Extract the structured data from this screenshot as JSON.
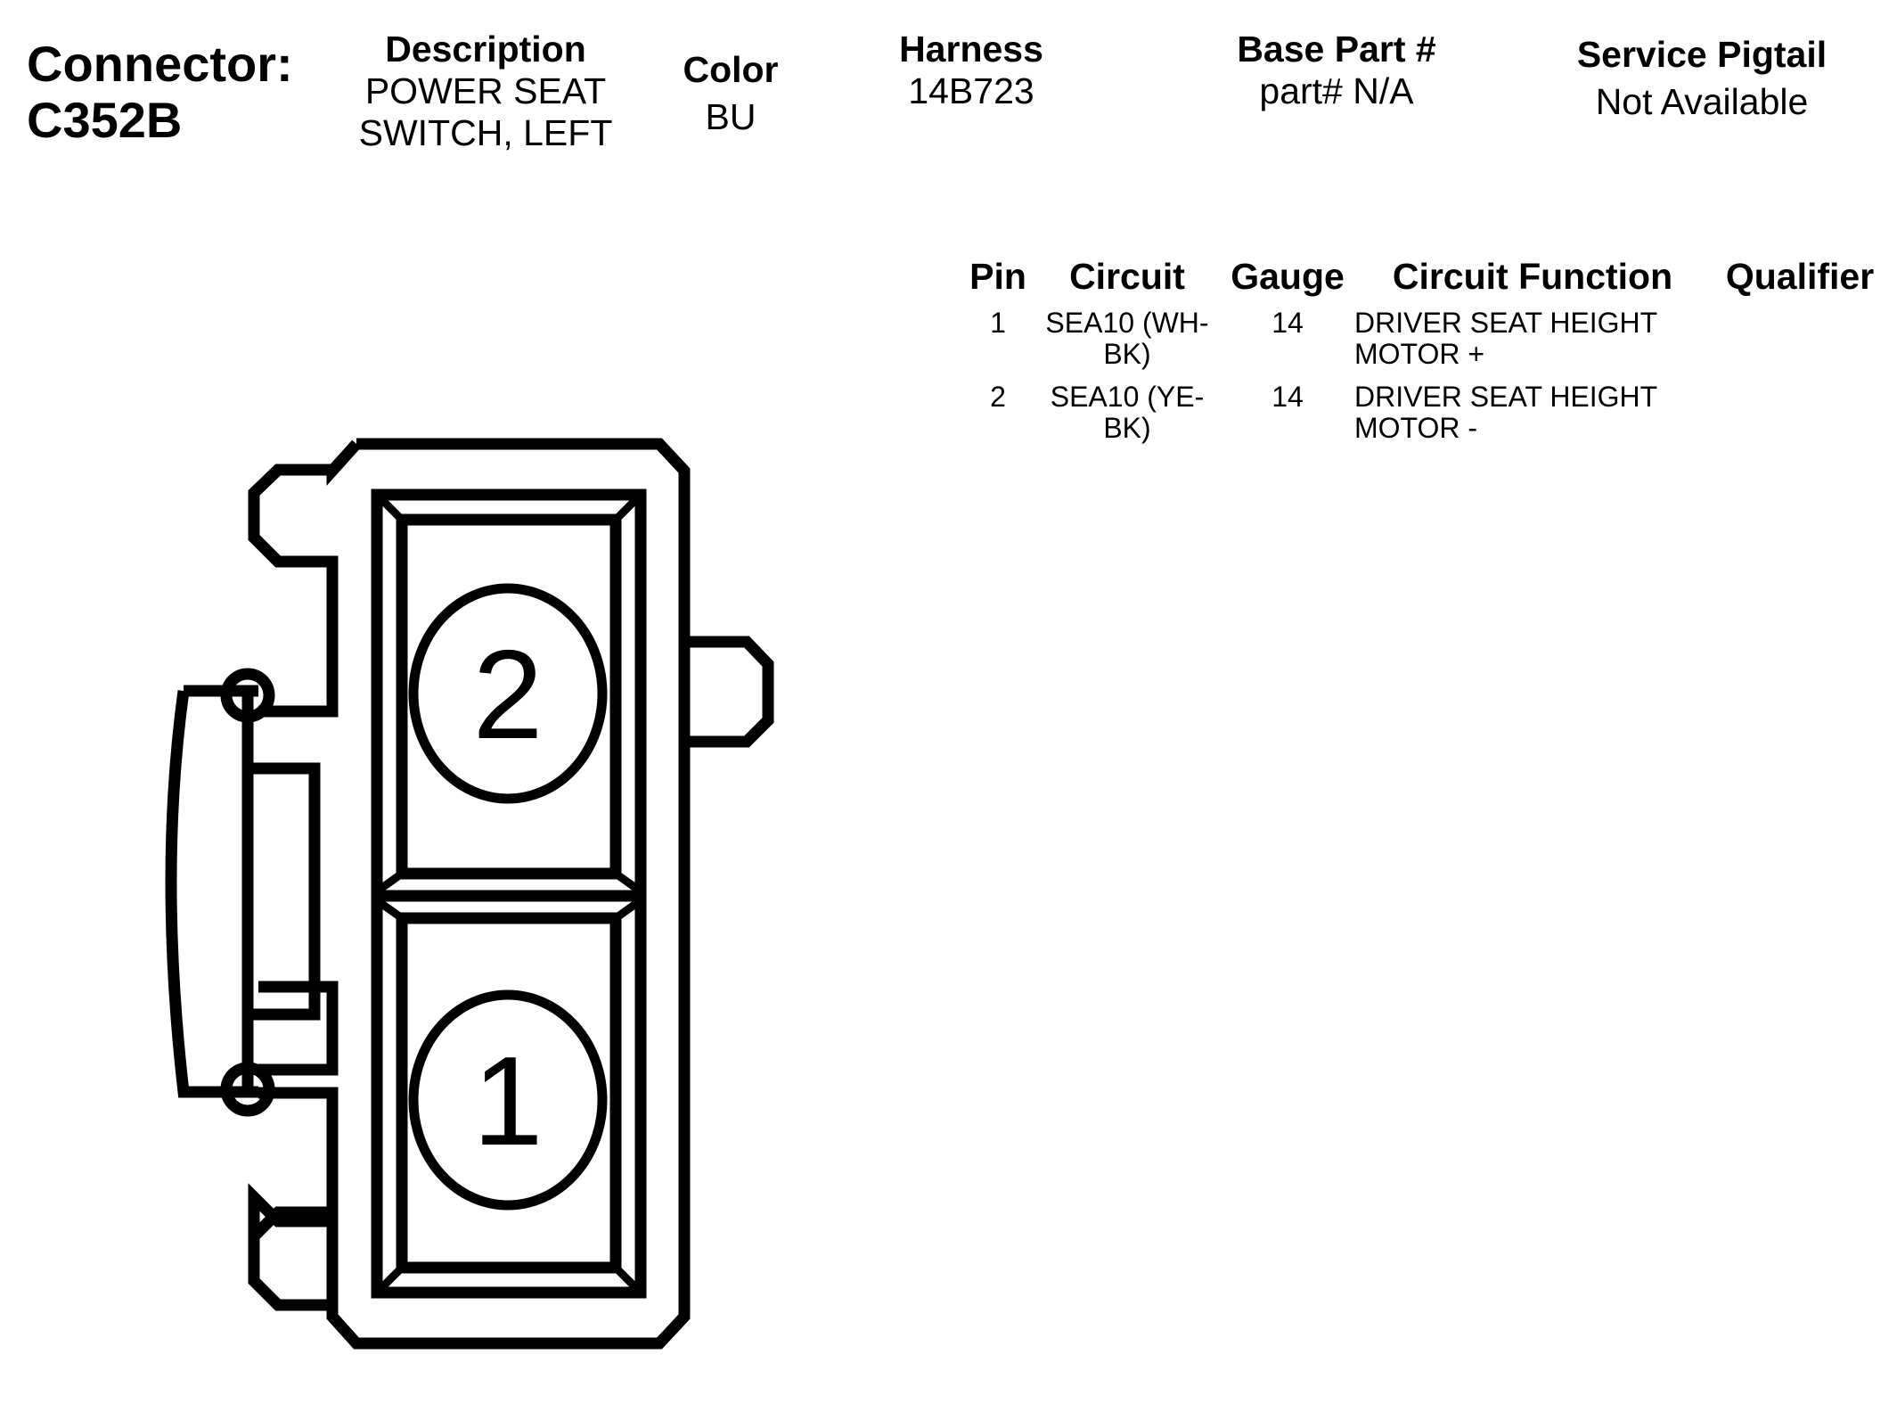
{
  "connector": {
    "label": "Connector:",
    "id": "C352B"
  },
  "header": {
    "description_label": "Description",
    "description_line1": "POWER SEAT",
    "description_line2": "SWITCH, LEFT",
    "color_label": "Color",
    "color_value": "BU",
    "harness_label": "Harness",
    "harness_value": "14B723",
    "base_part_label": "Base Part #",
    "base_part_value": "part# N/A",
    "service_pigtail_label": "Service Pigtail",
    "service_pigtail_value": "Not Available"
  },
  "pin_table": {
    "columns": [
      "Pin",
      "Circuit",
      "Gauge",
      "Circuit Function",
      "Qualifier"
    ],
    "rows": [
      {
        "pin": "1",
        "circuit_line1": "SEA10 (WH-",
        "circuit_line2": "BK)",
        "gauge": "14",
        "function_line1": "DRIVER SEAT HEIGHT",
        "function_line2": "MOTOR +",
        "qualifier": ""
      },
      {
        "pin": "2",
        "circuit_line1": "SEA10 (YE-",
        "circuit_line2": "BK)",
        "gauge": "14",
        "function_line1": "DRIVER SEAT HEIGHT",
        "function_line2": "MOTOR -",
        "qualifier": ""
      }
    ]
  },
  "diagram": {
    "cavity_top_number": "2",
    "cavity_bottom_number": "1",
    "line_color": "#000000",
    "background_color": "#ffffff"
  }
}
